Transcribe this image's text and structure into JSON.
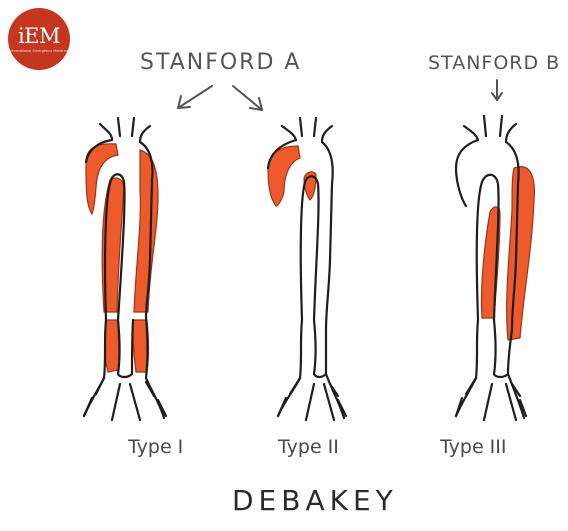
{
  "logo": {
    "text": "iEM",
    "subtext": "International Emergency Medicine"
  },
  "headers": {
    "stanford_a": "STANFORD A",
    "stanford_b": "STANFORD B"
  },
  "types": {
    "type1": "Type I",
    "type2": "Type II",
    "type3": "Type III"
  },
  "footer": {
    "debakey": "DEBAKEY"
  },
  "colors": {
    "dissection": "#ee5a2c",
    "outline": "#1e1e1e",
    "logo": "#c4361e"
  }
}
